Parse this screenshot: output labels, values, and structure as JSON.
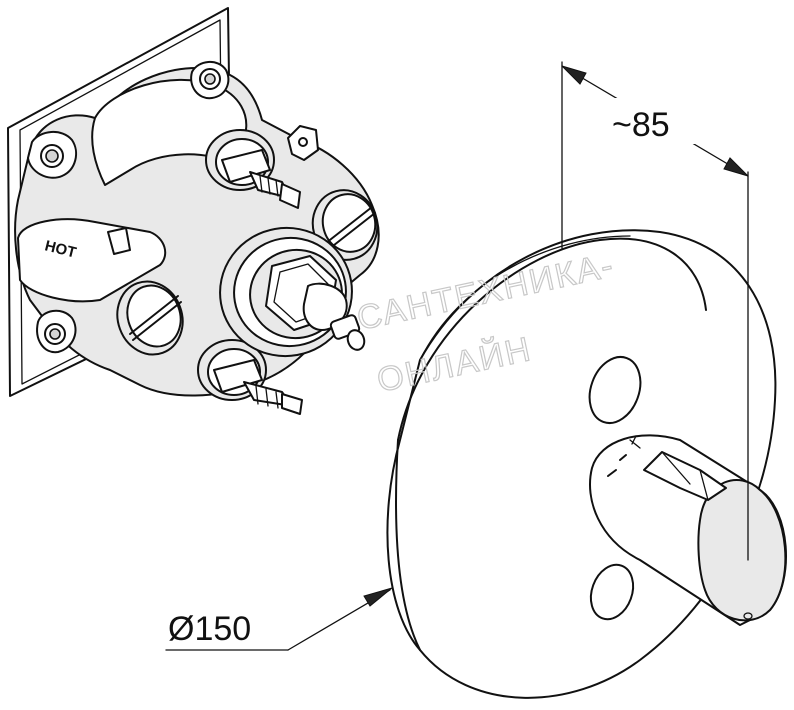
{
  "dimensions": {
    "depth_label": "~85",
    "diameter_label": "Ø150"
  },
  "valve_body": {
    "hot_label": "HOT"
  },
  "watermark": {
    "line1": "САНТЕХНИКА-",
    "line2": "ОНЛАЙН"
  }
}
